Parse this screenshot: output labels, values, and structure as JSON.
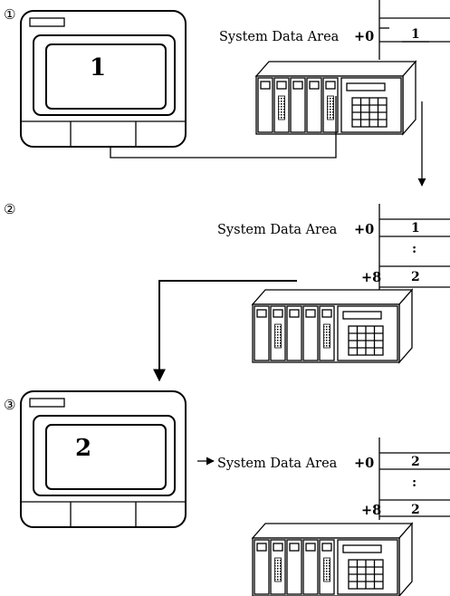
{
  "steps": [
    {
      "marker": "①",
      "screen_number": "1",
      "label": "System Data Area",
      "offsets": [
        "+0"
      ],
      "cells": [
        "1"
      ]
    },
    {
      "marker": "②",
      "label": "System Data Area",
      "offsets": [
        "+0",
        "+8"
      ],
      "cells": [
        "1",
        ":",
        "2"
      ]
    },
    {
      "marker": "③",
      "screen_number": "2",
      "label": "System Data Area",
      "offsets": [
        "+0",
        "+8"
      ],
      "cells": [
        "2",
        ":",
        "2"
      ]
    }
  ]
}
